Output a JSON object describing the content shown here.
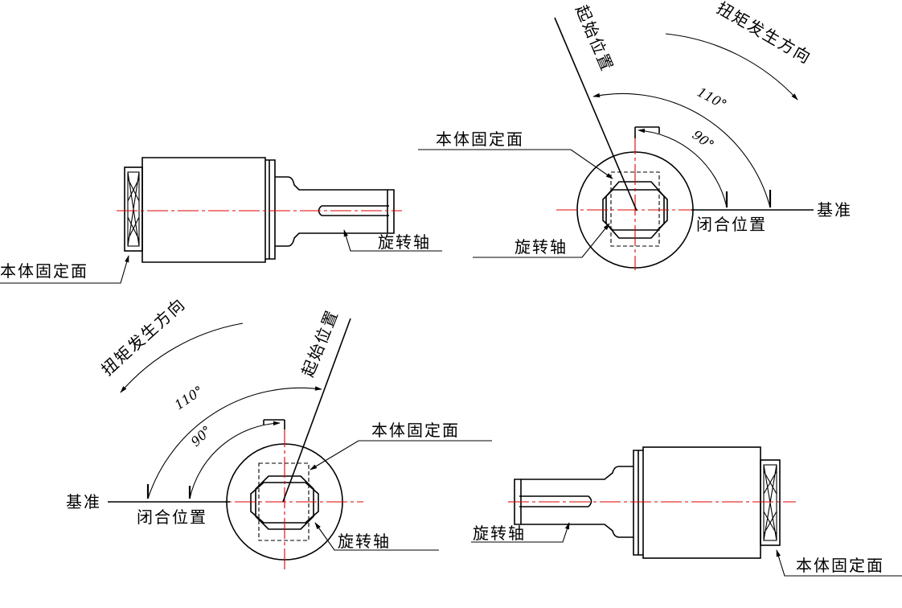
{
  "views": {
    "side_left": {
      "fixed_face_label": "本体固定面",
      "shaft_label": "旋转轴"
    },
    "end_right": {
      "start_label": "起始位置",
      "torque_label": "扭矩发生方向",
      "angle_large": "110°",
      "angle_small": "90°",
      "fixed_face_label": "本体固定面",
      "shaft_label": "旋转轴",
      "closed_label": "闭合位置",
      "datum_label": "基准"
    },
    "end_left": {
      "start_label": "起始位置",
      "torque_label": "扭矩发生方向",
      "angle_large": "110°",
      "angle_small": "90°",
      "fixed_face_label": "本体固定面",
      "shaft_label": "旋转轴",
      "closed_label": "闭合位置",
      "datum_label": "基准"
    },
    "side_right": {
      "fixed_face_label": "本体固定面",
      "shaft_label": "旋转轴"
    }
  },
  "colors": {
    "line": "#000000",
    "centerline": "#e00000",
    "background": "#ffffff"
  }
}
